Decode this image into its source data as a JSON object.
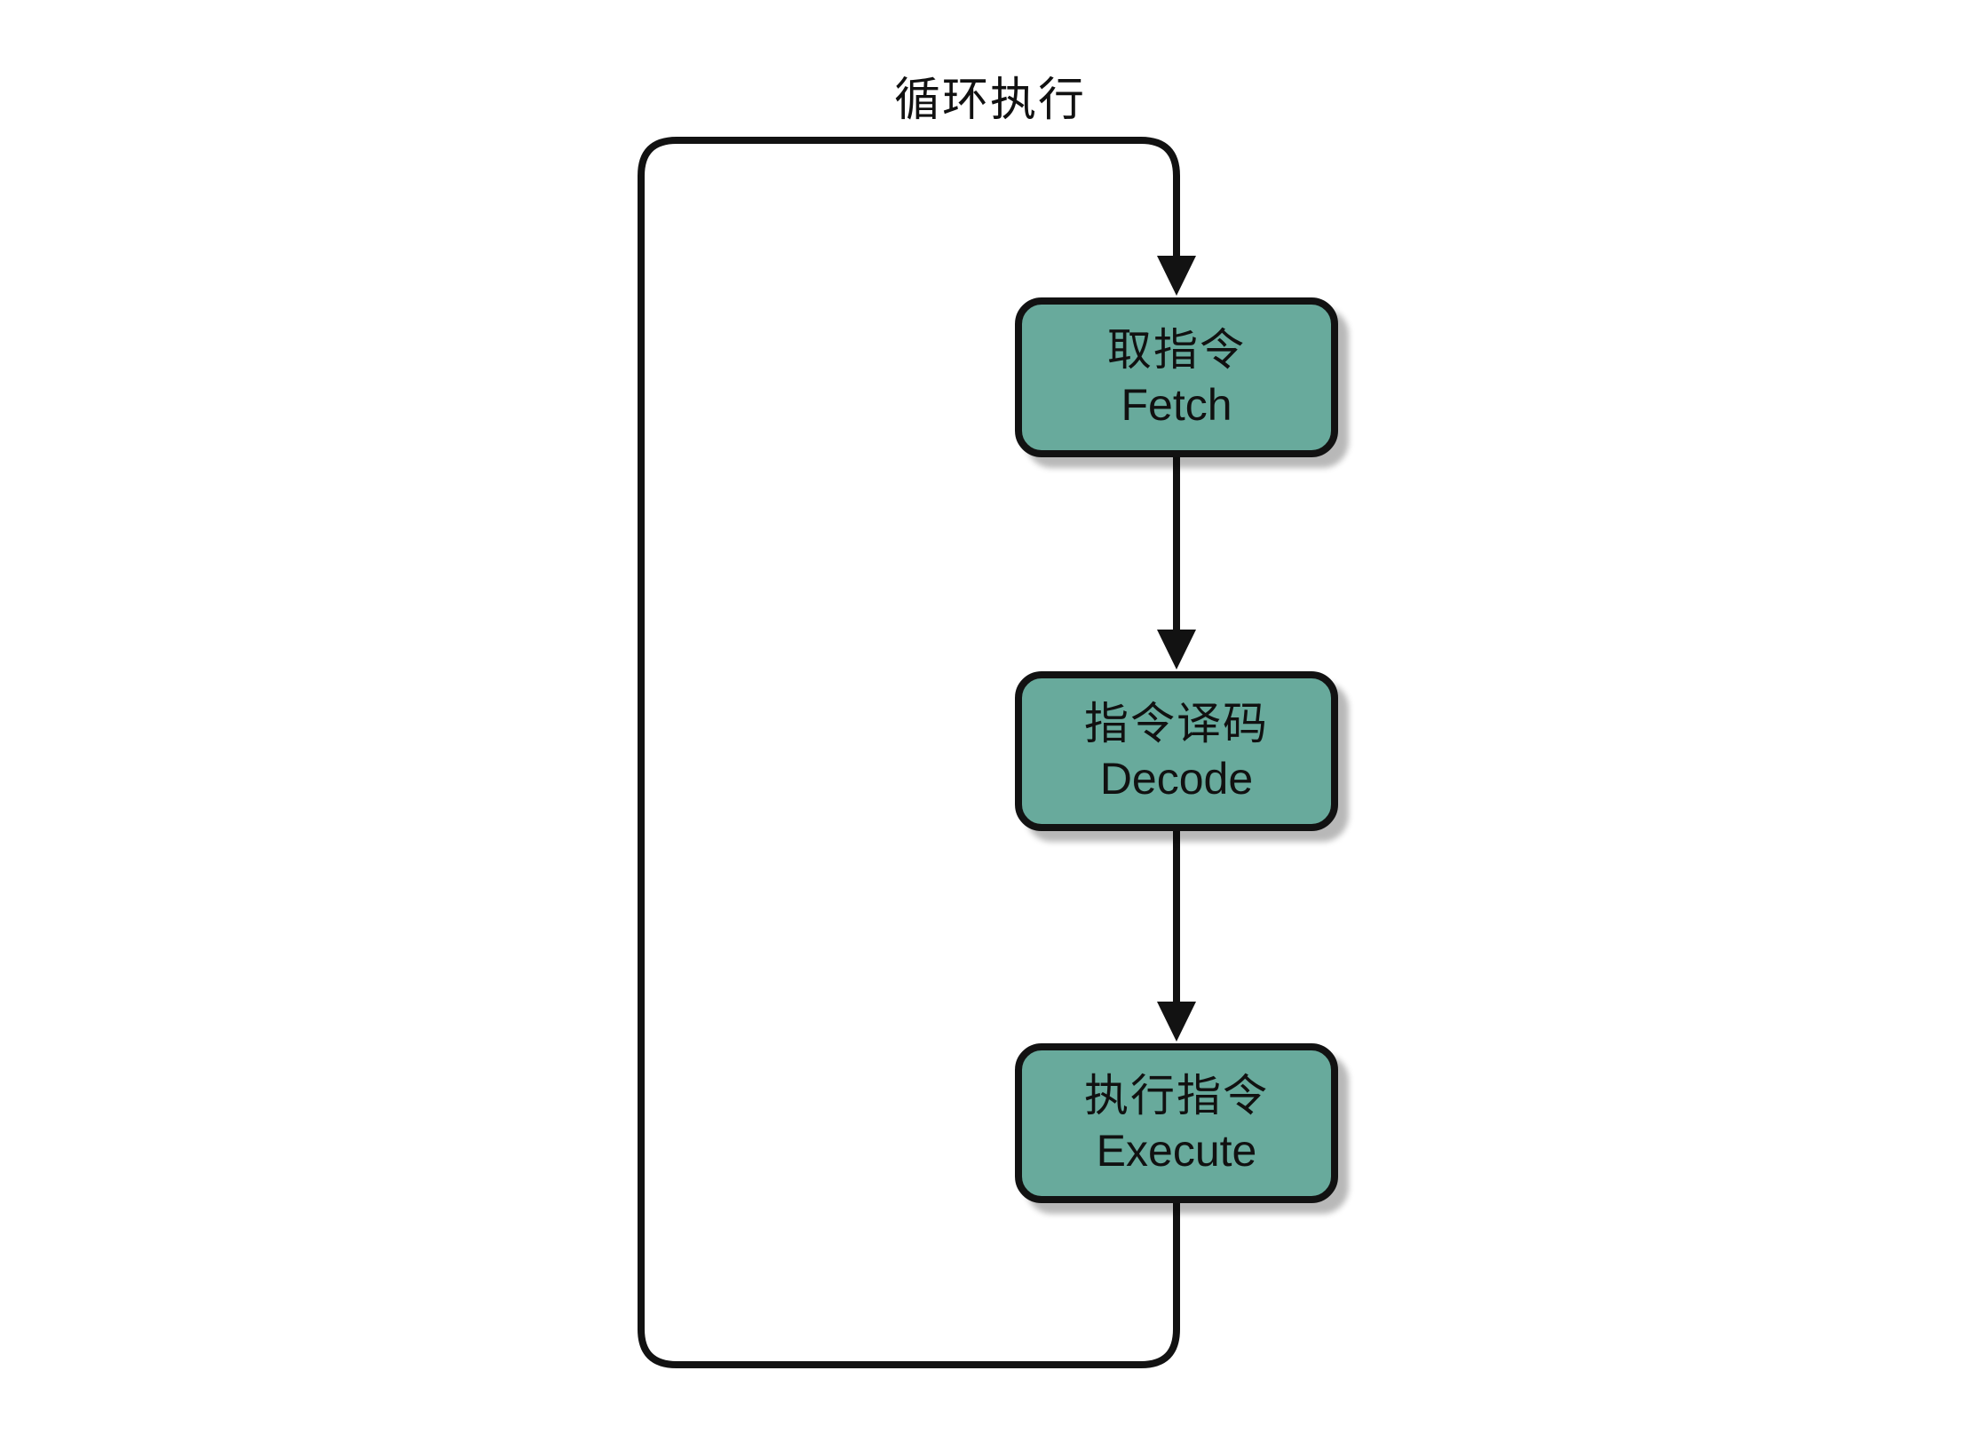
{
  "diagram": {
    "title": "循环执行",
    "type": "flowchart-loop",
    "nodes": [
      {
        "id": "fetch",
        "label_zh": "取指令",
        "label_en": "Fetch"
      },
      {
        "id": "decode",
        "label_zh": "指令译码",
        "label_en": "Decode"
      },
      {
        "id": "execute",
        "label_zh": "执行指令",
        "label_en": "Execute"
      }
    ],
    "edges": [
      {
        "from": "fetch",
        "to": "decode",
        "style": "arrow"
      },
      {
        "from": "decode",
        "to": "execute",
        "style": "arrow"
      },
      {
        "from": "execute",
        "to": "fetch",
        "style": "loop-arrow",
        "label": "循环执行"
      }
    ],
    "colors": {
      "background": "#FFFFFF",
      "node_fill": "#68AA9C",
      "node_border": "#121212",
      "line": "#121212",
      "text": "#111111",
      "shadow": "#C9C9C9"
    }
  }
}
